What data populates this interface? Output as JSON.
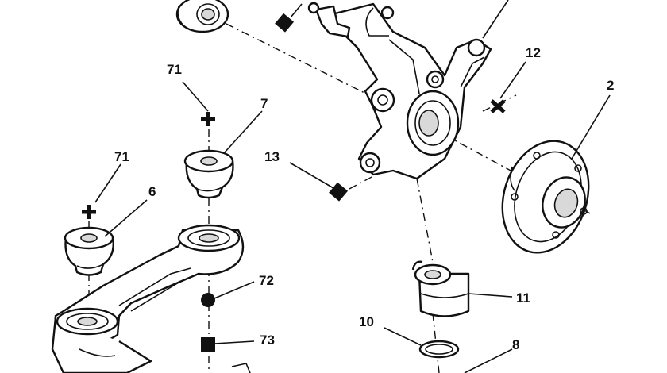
{
  "callouts": [
    {
      "id": "c2",
      "text": "2"
    },
    {
      "id": "c6",
      "text": "6"
    },
    {
      "id": "c7",
      "text": "7"
    },
    {
      "id": "c8",
      "text": "8"
    },
    {
      "id": "c10",
      "text": "10"
    },
    {
      "id": "c11",
      "text": "11"
    },
    {
      "id": "c12",
      "text": "12"
    },
    {
      "id": "c13",
      "text": "13"
    },
    {
      "id": "c71a",
      "text": "71"
    },
    {
      "id": "c71b",
      "text": "71"
    },
    {
      "id": "c72",
      "text": "72"
    },
    {
      "id": "c73",
      "text": "73"
    }
  ],
  "legend_marks": [
    "plus-mark",
    "x-mark",
    "square-mark",
    "circle-mark"
  ]
}
